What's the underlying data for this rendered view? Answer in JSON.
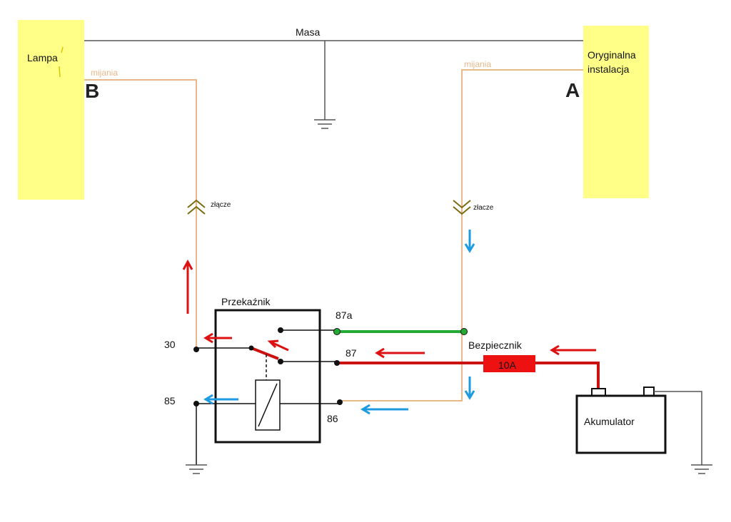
{
  "colors": {
    "box_fill": "#FFFF88",
    "ground_wire": "#555555",
    "signal_wire": "#E8B88A",
    "nc_wire": "#22AA33",
    "power_wire": "#CC1111",
    "fuse": "#EE1111",
    "arrow_red": "#DD1111",
    "arrow_blue": "#1E9BE0",
    "connector": "#7A6A10",
    "terminal": "#111111"
  },
  "lamp": {
    "label": "Lampa",
    "letter": "B"
  },
  "original": {
    "label_line1": "Oryginalna",
    "label_line2": "instalacja",
    "letter": "A"
  },
  "wires": {
    "ground": "Masa",
    "low_beam_left": "mijania",
    "low_beam_right": "mijania"
  },
  "connectors": {
    "left": "złącze",
    "right": "złacze"
  },
  "relay": {
    "title": "Przekaźnik",
    "pin_30": "30",
    "pin_85": "85",
    "pin_87a": "87a",
    "pin_87": "87",
    "pin_86": "86"
  },
  "fuse": {
    "title": "Bezpiecznik",
    "rating": "10A"
  },
  "battery": {
    "label": "Akumulator"
  }
}
